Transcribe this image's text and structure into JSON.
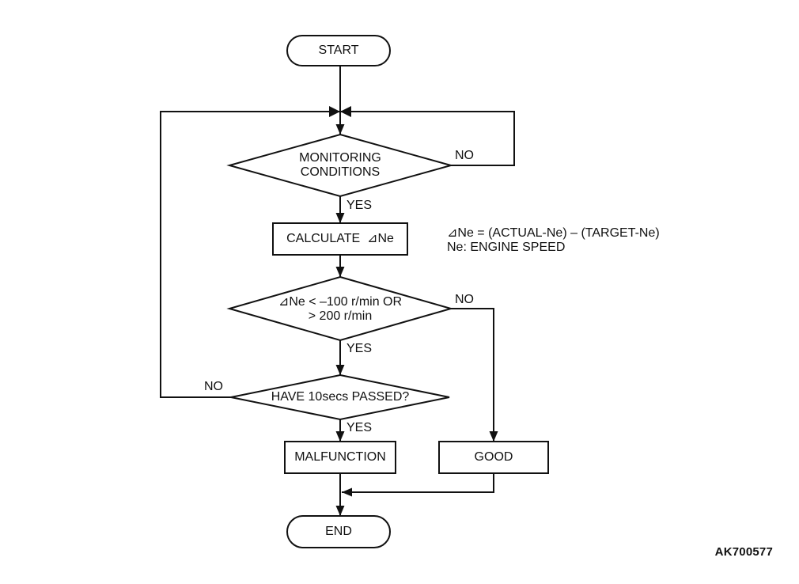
{
  "figure": {
    "id": "AK700577",
    "colors": {
      "line": "#111111",
      "background": "#ffffff"
    }
  },
  "flowchart": {
    "start": "START",
    "monitoring": "MONITORING\nCONDITIONS",
    "monitoring_no": "NO",
    "monitoring_yes": "YES",
    "calculate": "CALCULATE  ⊿Ne",
    "note": "⊿Ne = (ACTUAL-Ne) – (TARGET-Ne)\nNe: ENGINE SPEED",
    "threshold": "⊿Ne < –100 r/min OR\n> 200 r/min",
    "threshold_no": "NO",
    "threshold_yes": "YES",
    "timer": "HAVE 10secs PASSED?",
    "timer_no": "NO",
    "timer_yes": "YES",
    "malfunction": "MALFUNCTION",
    "good": "GOOD",
    "end": "END"
  }
}
